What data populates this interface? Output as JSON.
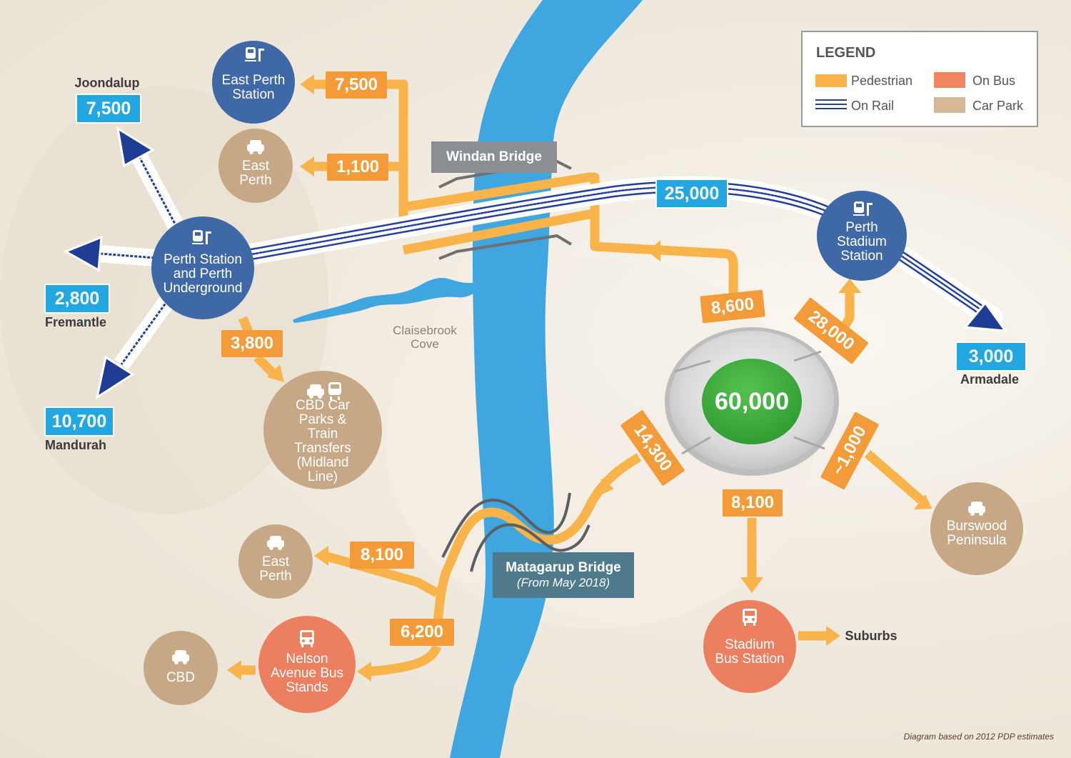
{
  "legend": {
    "title": "LEGEND",
    "items": [
      {
        "label": "Pedestrian",
        "color": "#f8b44a"
      },
      {
        "label": "On Bus",
        "color": "#f08560"
      },
      {
        "label": "On Rail",
        "color": "#233f9a"
      },
      {
        "label": "Car Park",
        "color": "#d6b896"
      }
    ]
  },
  "colors": {
    "river": "#3fa6e0",
    "pedestrian": "#f8b44a",
    "rail": "#233f9a",
    "station_blue": "#3f68a6",
    "car_park": "#c7a886",
    "bus": "#ec7f60",
    "stadium_field": "#3aae3c",
    "badge_orange": "#f29b38",
    "badge_blue": "#22a7e0"
  },
  "stadium": {
    "capacity": "60,000"
  },
  "stations": {
    "east_perth_station": "East Perth Station",
    "perth_station": "Perth Station and Perth Underground",
    "perth_stadium_station": "Perth Stadium Station"
  },
  "car_parks": {
    "east_perth_top": "East Perth",
    "cbd_car_parks": "CBD Car Parks & Train Transfers (Midland Line)",
    "east_perth_bottom": "East Perth",
    "cbd": "CBD",
    "burswood": "Burswood Peninsula"
  },
  "bus_stops": {
    "nelson_avenue": "Nelson Avenue Bus Stands",
    "stadium_bus": "Stadium Bus Station"
  },
  "flows": {
    "to_east_perth_station": "7,500",
    "to_east_perth_car": "1,100",
    "to_cbd_car_parks": "3,800",
    "rail_main": "25,000",
    "stadium_north": "8,600",
    "stadium_to_station": "28,000",
    "stadium_to_matagarup": "14,300",
    "stadium_to_burswood": "~1,000",
    "stadium_to_bus": "8,100",
    "matagarup_to_east_perth": "8,100",
    "matagarup_to_nelson": "6,200"
  },
  "rail_destinations": [
    {
      "name": "Joondalup",
      "value": "7,500"
    },
    {
      "name": "Fremantle",
      "value": "2,800"
    },
    {
      "name": "Mandurah",
      "value": "10,700"
    },
    {
      "name": "Armadale",
      "value": "3,000"
    }
  ],
  "bridges": {
    "windan": "Windan Bridge",
    "matagarup": "Matagarup Bridge",
    "matagarup_note": "(From May 2018)"
  },
  "places": {
    "claisebrook": "Claisebrook Cove",
    "suburbs": "Suburbs"
  },
  "footnote": "Diagram based on 2012 PDP estimates"
}
